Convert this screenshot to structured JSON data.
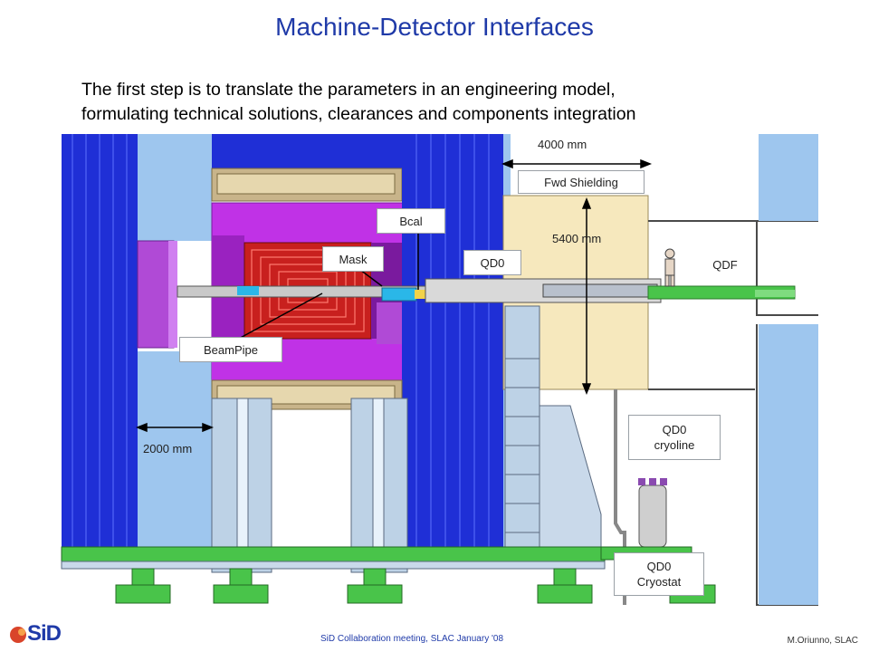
{
  "slide": {
    "title": "Machine-Detector Interfaces",
    "subtitle_line1": "The first step is to translate the parameters in an engineering model,",
    "subtitle_line2": "formulating technical solutions, clearances and components integration"
  },
  "diagram": {
    "labels": {
      "fwd_shielding": "Fwd Shielding",
      "bcal": "Bcal",
      "mask": "Mask",
      "qd0": "QD0",
      "qdf": "QDF",
      "beampipe": "BeamPipe",
      "qd0_cryoline_l1": "QD0",
      "qd0_cryoline_l2": "cryoline",
      "qd0_cryostat_l1": "QD0",
      "qd0_cryostat_l2": "Cryostat"
    },
    "dimensions": {
      "width_shielding": "4000 mm",
      "height_shielding": "5400 mm",
      "gap_left": "2000 mm"
    },
    "colors": {
      "detector_blue": "#1f2fd6",
      "light_blue": "#9ec6ee",
      "magenta": "#c032e6",
      "red_core": "#c8201e",
      "shielding_cream": "#f6e8bd",
      "green_floor": "#3fb83a",
      "grey_support": "#bdd2e6"
    }
  },
  "footer": {
    "logo_text": "SiD",
    "center": "SiD Collaboration meeting, SLAC January '08",
    "right": "M.Oriunno, SLAC"
  }
}
